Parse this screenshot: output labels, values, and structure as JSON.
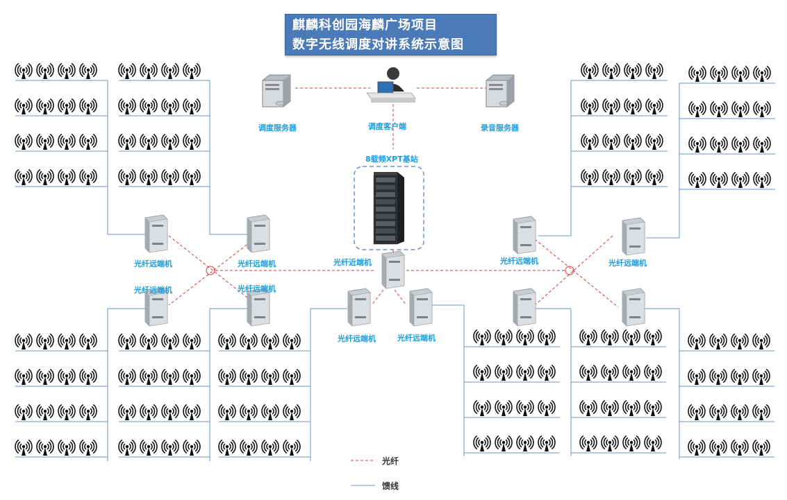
{
  "title": {
    "line1": "麒麟科创园海麟广场项目",
    "line2": "数字无线调度对讲系统示意图"
  },
  "nodes": {
    "dispatch_server": "调度服务器",
    "dispatch_client": "调度客户端",
    "record_server": "录音服务器",
    "base_station": "8载频XPT基站",
    "near_end": "光纤近端机",
    "remote_labels": [
      "光纤远端机",
      "光纤远端机",
      "光纤远端机",
      "光纤远端机",
      "光纤远端机",
      "光纤远端机",
      "光纤远端机",
      "光纤远端机"
    ]
  },
  "legend": {
    "fiber": "光纤",
    "feeder": "馈线"
  },
  "colors": {
    "fiber": "#d43a3a",
    "feeder": "#6b93c9",
    "label": "#1a9de0",
    "title_bg": "#4a7ab8"
  },
  "icons": [
    "antenna-icon",
    "server-icon",
    "rack-icon",
    "remote-unit-icon",
    "operator-icon"
  ]
}
